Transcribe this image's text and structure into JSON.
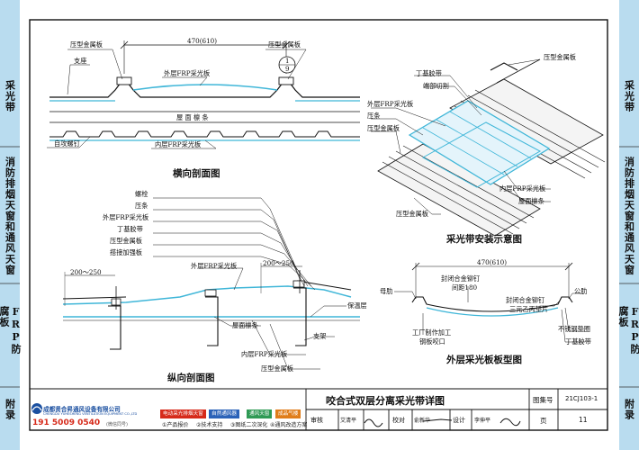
{
  "sidebar": {
    "left": [
      {
        "label": "采光带"
      },
      {
        "label": "消防排烟天窗和通风天窗"
      },
      {
        "label": "FRP防腐板"
      },
      {
        "label": "附录"
      }
    ],
    "right": [
      {
        "label": "采光带"
      },
      {
        "label": "消防排烟天窗和通风天窗"
      },
      {
        "label": "FRP防腐板"
      },
      {
        "label": "附录"
      }
    ]
  },
  "section_transverse": {
    "dimension": "470(610)",
    "label_metal_left": "压型金属板",
    "label_metal_right": "压型金属板",
    "label_support": "支座",
    "label_outer_frp": "外层FRP采光板",
    "label_purlin": "屋 面 檩 条",
    "label_screw": "自攻螺钉",
    "label_inner_frp": "内层FRP采光板",
    "detail_top": "1",
    "detail_bottom": "9",
    "caption": "横向剖面图"
  },
  "section_install": {
    "labels": {
      "butyl": "丁基胶带",
      "end_cut": "端部切割",
      "metal_top": "压型金属板",
      "outer_frp": "外层FRP采光板",
      "strip": "压条",
      "metal_left": "压型金属板",
      "inner_frp": "内层FRP采光板",
      "purlin": "屋面檩条",
      "metal_bottom": "压型金属板"
    },
    "caption": "采光带安装示意图"
  },
  "section_longitudinal": {
    "labels": {
      "bolt": "螺栓",
      "strip": "压条",
      "outer_frp": "外层FRP采光板",
      "butyl": "丁基胶带",
      "metal": "压型金属板",
      "reinforce": "搭接加强板",
      "outer_frp_mid": "外层FRP采光板",
      "insulation": "保温层",
      "purlin": "屋面檩条",
      "bracket": "支架",
      "inner_frp": "内层FRP采光板",
      "metal_bottom": "压型金属板"
    },
    "dim_left": "200～250",
    "dim_right": "200～250",
    "caption": "纵向剖面图"
  },
  "section_profile": {
    "dimension": "470(610)",
    "labels": {
      "female_rib": "母肋",
      "male_rib": "公肋",
      "rivet_top": "封闭合金铆钉",
      "rivet_spacing": "间距180",
      "rivet_right": "封闭合金铆钉",
      "epdm": "三元乙丙垫片",
      "factory": "工厂制作加工",
      "steel_lock": "钢板咬口",
      "ss_washer": "不锈钢垫圈",
      "butyl": "丁基胶带"
    },
    "caption": "外层采光板板型图"
  },
  "title_block": {
    "title": "咬合式双层分离采光带详图",
    "atlas_label": "图集号",
    "atlas_no": "21CJ103-1",
    "page_label": "页",
    "page_no": "11",
    "review_label": "审核",
    "reviewer": "艾清平",
    "check_label": "校对",
    "checker": "俞新华",
    "design_label": "设计",
    "designer": "李伸平"
  },
  "company": {
    "name": "成都贤合昇通风设备有限公司",
    "name_en": "CHENGDU YUHESHENG VENTILATION EQUIPMENT CO.,LTD",
    "phone": "191 5009 0540",
    "phone_note": "(微信同号)",
    "tags": [
      "电动采光排烟天窗",
      "自然通风器",
      "通风天窗",
      "成品气楼"
    ],
    "services": [
      "①产品报价",
      "②技术支持",
      "③图纸二次深化",
      "④通风改造方案"
    ]
  },
  "colors": {
    "frp": "#3fb6d8",
    "band": "#b9dcef",
    "line": "#111111",
    "tag_red": "#d62a1a",
    "tag_blue": "#2a62b8",
    "tag_green": "#2f9a55",
    "tag_orange": "#e07d1a"
  }
}
